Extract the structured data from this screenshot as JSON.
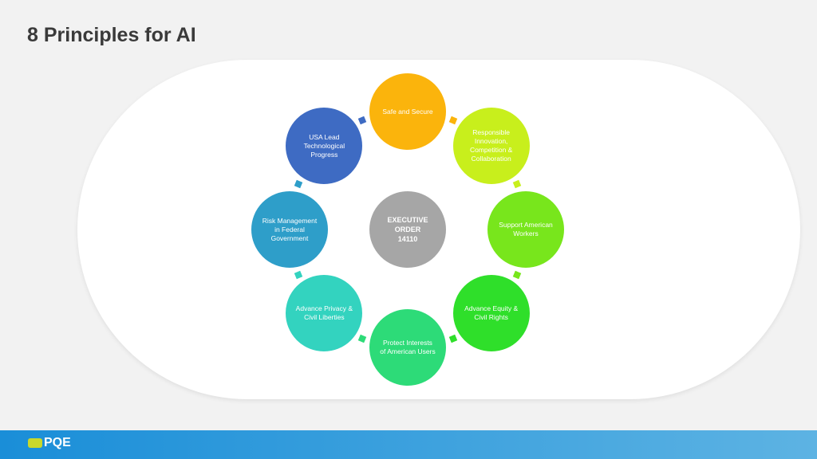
{
  "title": "8 Principles for AI",
  "center": {
    "label": "EXECUTIVE\nORDER\n14110",
    "color": "#a6a6a6"
  },
  "principles": [
    {
      "label": "Safe and Secure",
      "color": "#fbb40c"
    },
    {
      "label": "Responsible\nInnovation,\nCompetition &\nCollaboration",
      "color": "#c8ef1c"
    },
    {
      "label": "Support American\nWorkers",
      "color": "#78e61c"
    },
    {
      "label": "Advance Equity &\nCivil Rights",
      "color": "#2fdf2a"
    },
    {
      "label": "Protect Interests\nof American Users",
      "color": "#2ddb78"
    },
    {
      "label": "Advance Privacy &\nCivil Liberties",
      "color": "#33d3bf"
    },
    {
      "label": "Risk Management\nin Federal\nGovernment",
      "color": "#2e9ec9"
    },
    {
      "label": "USA Lead\nTechnological\nProgress",
      "color": "#3e6bc3"
    }
  ],
  "footer": {
    "logo_text": "PQE"
  }
}
